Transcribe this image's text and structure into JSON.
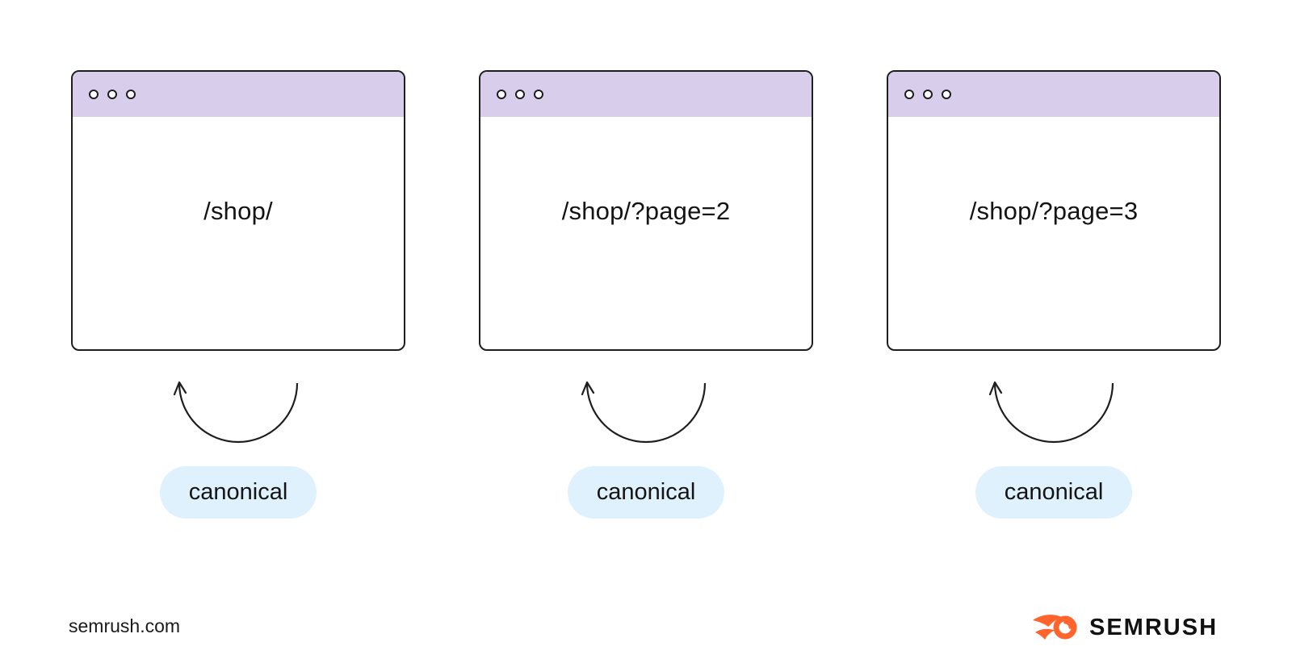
{
  "page": {
    "background_color": "#FFFFFF",
    "watermark": "semrush.com",
    "brand_wordmark": "SEMRUSH"
  },
  "colors": {
    "titlebar_purple": "#D8CEEC",
    "pill_blue": "#DFF1FC",
    "brand_orange": "#FF642D",
    "line_dark": "#1E1E1E"
  },
  "icons": {
    "window_controls": "three-circle-dots",
    "self_arrow": "curved-loop-arrow-up",
    "brand_icon": "semrush-flame-ring"
  },
  "diagram": {
    "windows": [
      {
        "url": "/shop/",
        "label": "canonical"
      },
      {
        "url": "/shop/?page=2",
        "label": "canonical"
      },
      {
        "url": "/shop/?page=3",
        "label": "canonical"
      }
    ]
  }
}
